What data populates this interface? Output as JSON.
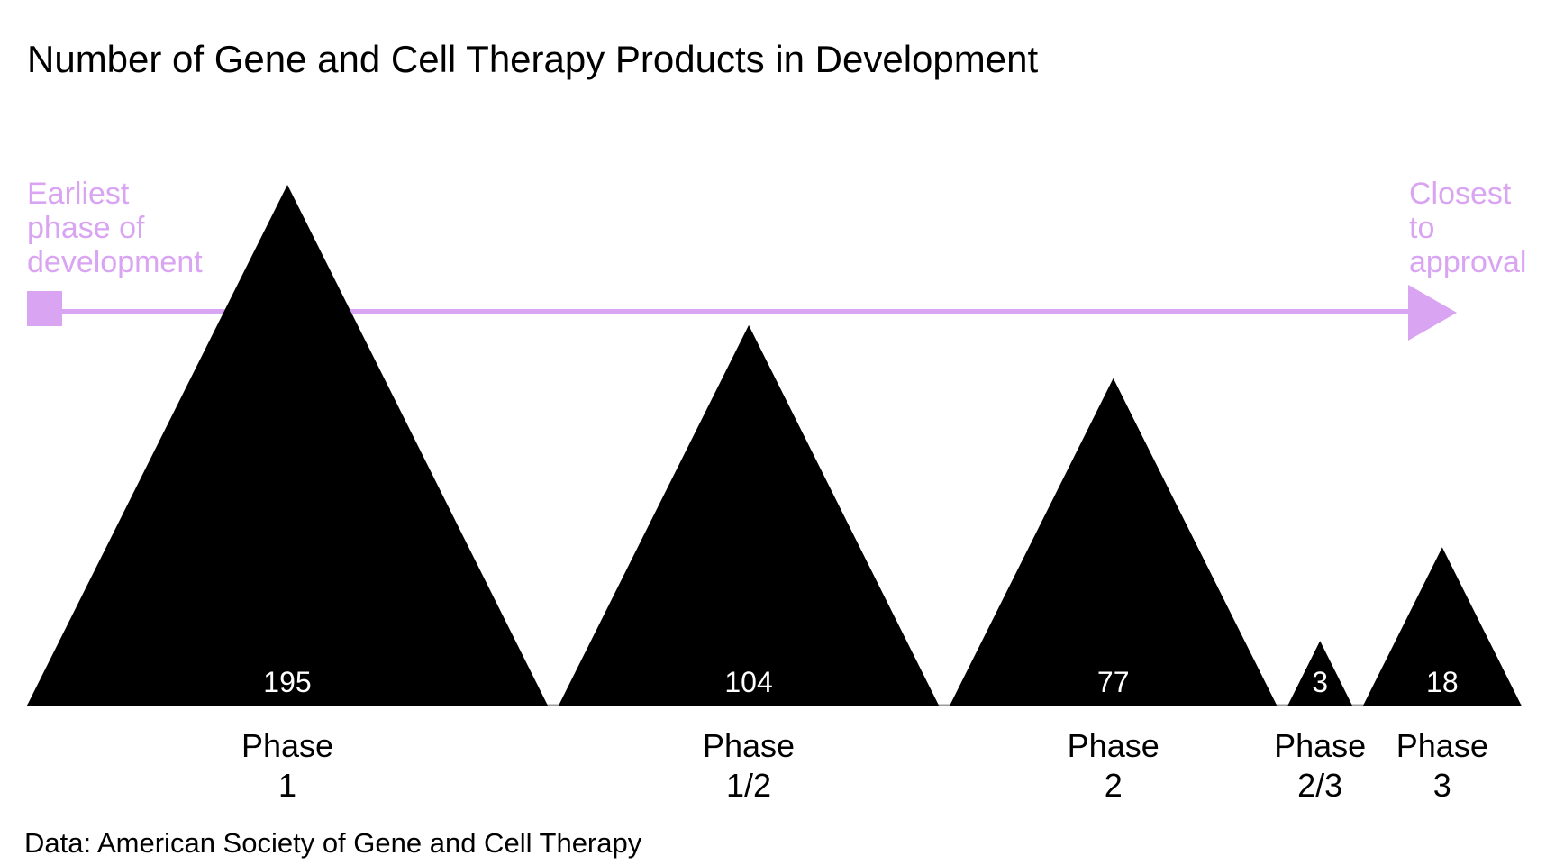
{
  "page": {
    "title": "Number of Gene and Cell Therapy Products in Development",
    "source": "Data: American Society of Gene and Cell Therapy"
  },
  "annotations": {
    "left": "Earliest\nphase of\ndevelopment",
    "right": "Closest\nto\napproval"
  },
  "colors": {
    "accent_purple": "#d9a4f2",
    "triangle_fill": "#000000",
    "value_label": "#ffffff",
    "baseline_grey": "#9b9b9b",
    "text": "#000000"
  },
  "chart_data": {
    "type": "bar",
    "variant": "triangle-area-pictogram",
    "title": "Number of Gene and Cell Therapy Products in Development",
    "categories": [
      "Phase 1",
      "Phase 1/2",
      "Phase 2",
      "Phase 2/3",
      "Phase 3"
    ],
    "values": [
      195,
      104,
      77,
      3,
      18
    ],
    "value_labels": [
      "195",
      "104",
      "77",
      "3",
      "18"
    ],
    "encoding": "triangle area proportional to value; white value label inside each triangle near its base",
    "direction_axis": {
      "start_label": "Earliest phase of development",
      "end_label": "Closest to approval",
      "style": "lavender arrow from square marker (left) to arrowhead (right)"
    },
    "xlabel": "",
    "ylabel": "",
    "grid": false,
    "legend": "none",
    "source": "Data: American Society of Gene and Cell Therapy"
  }
}
